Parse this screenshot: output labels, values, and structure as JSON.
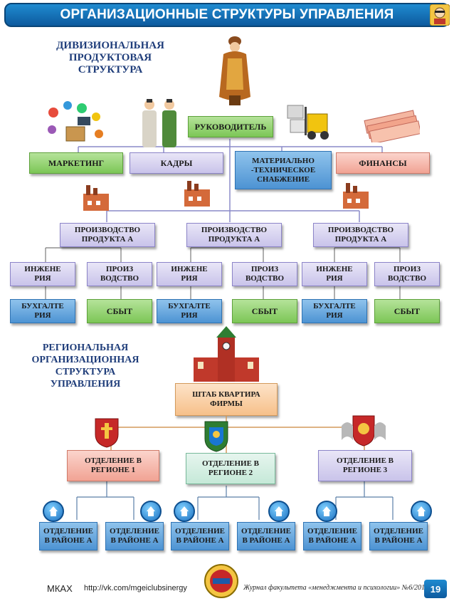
{
  "header": {
    "title": "ОРГАНИЗАЦИОННЫЕ СТРУКТУРЫ УПРАВЛЕНИЯ"
  },
  "divisional": {
    "title_lines": [
      "ДИВИЗИОНАЛЬНАЯ",
      "ПРОДУКТОВАЯ",
      "СТРУКТУРА"
    ],
    "manager": "РУКОВОДИТЕЛЬ",
    "functions": [
      "МАРКЕТИНГ",
      "КАДРЫ",
      "МАТЕРИАЛЬНО -ТЕХНИЧЕСКОЕ СНАБЖЕНИЕ",
      "ФИНАНСЫ"
    ],
    "divisions": [
      {
        "name": "ПРОИЗВОДСТВО ПРОДУКТА А",
        "units": [
          "ИНЖЕНЕ РИЯ",
          "ПРОИЗ ВОДСТВО",
          "БУХГАЛТЕ РИЯ",
          "СБЫТ"
        ]
      },
      {
        "name": "ПРОИЗВОДСТВО ПРОДУКТА А",
        "units": [
          "ИНЖЕНЕ РИЯ",
          "ПРОИЗ ВОДСТВО",
          "БУХГАЛТЕ РИЯ",
          "СБЫТ"
        ]
      },
      {
        "name": "ПРОИЗВОДСТВО ПРОДУКТА А",
        "units": [
          "ИНЖЕНЕ РИЯ",
          "ПРОИЗ ВОДСТВО",
          "БУХГАЛТЕ РИЯ",
          "СБЫТ"
        ]
      }
    ]
  },
  "regional": {
    "title_lines": [
      "РЕГИОНАЛЬНАЯ",
      "ОРГАНИЗАЦИОННАЯ",
      "СТРУКТУРА",
      "УПРАВЛЕНИЯ"
    ],
    "hq": "ШТАБ КВАРТИРА ФИРМЫ",
    "regions": [
      "ОТДЕЛЕНИЕ В РЕГИОНЕ 1",
      "ОТДЕЛЕНИЕ В РЕГИОНЕ 2",
      "ОТДЕЛЕНИЕ В РЕГИОНЕ 3"
    ],
    "district": "ОТДЕЛЕНИЕ В РАЙОНЕ А"
  },
  "footer": {
    "org": "МКАХ",
    "url": "http://vk.com/mgeiclubsinergy",
    "journal": "Журнал факультета «менеджмента и психологии» №6/2015",
    "page": "19"
  }
}
